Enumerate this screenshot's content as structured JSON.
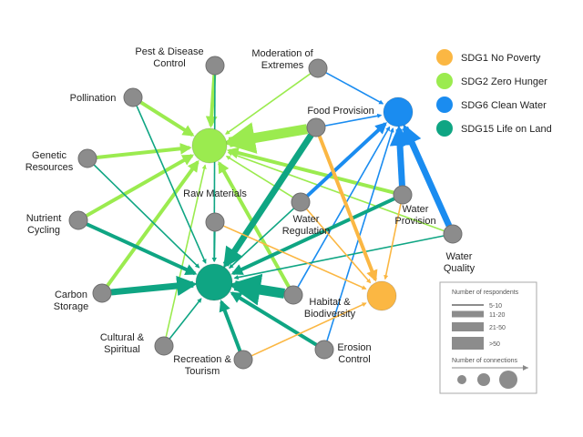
{
  "colors": {
    "sdg1": "#FBB743",
    "sdg2": "#9BEB4F",
    "sdg6": "#1A8CF0",
    "sdg15": "#0FA583",
    "service": "#8C8C8C"
  },
  "nodes": [
    {
      "id": "pest",
      "label_lines": [
        "Pest & Disease",
        "Control"
      ],
      "type": "service"
    },
    {
      "id": "moderation",
      "label_lines": [
        "Moderation of",
        "Extremes"
      ],
      "type": "service"
    },
    {
      "id": "pollination",
      "label_lines": [
        "Pollination"
      ],
      "type": "service"
    },
    {
      "id": "food",
      "label_lines": [
        "Food Provision"
      ],
      "type": "service"
    },
    {
      "id": "genetic",
      "label_lines": [
        "Genetic",
        "Resources"
      ],
      "type": "service"
    },
    {
      "id": "raw",
      "label_lines": [
        "Raw Materials"
      ],
      "type": "service"
    },
    {
      "id": "water_reg",
      "label_lines": [
        "Water",
        "Regulation"
      ],
      "type": "service"
    },
    {
      "id": "water_prov",
      "label_lines": [
        "Water",
        "Provision"
      ],
      "type": "service"
    },
    {
      "id": "nutrient",
      "label_lines": [
        "Nutrient",
        "Cycling"
      ],
      "type": "service"
    },
    {
      "id": "water_quality",
      "label_lines": [
        "Water",
        "Quality"
      ],
      "type": "service"
    },
    {
      "id": "carbon",
      "label_lines": [
        "Carbon",
        "Storage"
      ],
      "type": "service"
    },
    {
      "id": "habitat",
      "label_lines": [
        "Habitat &",
        "Biodiversity"
      ],
      "type": "service"
    },
    {
      "id": "cultural",
      "label_lines": [
        "Cultural &",
        "Spiritual"
      ],
      "type": "service"
    },
    {
      "id": "recreation",
      "label_lines": [
        "Recreation &",
        "Tourism"
      ],
      "type": "service"
    },
    {
      "id": "erosion",
      "label_lines": [
        "Erosion",
        "Control"
      ],
      "type": "service"
    },
    {
      "id": "sdg2",
      "label_lines": [],
      "type": "sdg2"
    },
    {
      "id": "sdg6",
      "label_lines": [],
      "type": "sdg6"
    },
    {
      "id": "sdg15",
      "label_lines": [],
      "type": "sdg15"
    },
    {
      "id": "sdg1",
      "label_lines": [],
      "type": "sdg1"
    }
  ],
  "edges": [
    {
      "from": "pest",
      "to": "sdg2",
      "sdg": "sdg2",
      "respondents": "11-20"
    },
    {
      "from": "pollination",
      "to": "sdg2",
      "sdg": "sdg2",
      "respondents": "11-20"
    },
    {
      "from": "genetic",
      "to": "sdg2",
      "sdg": "sdg2",
      "respondents": "11-20"
    },
    {
      "from": "nutrient",
      "to": "sdg2",
      "sdg": "sdg2",
      "respondents": "11-20"
    },
    {
      "from": "carbon",
      "to": "sdg2",
      "sdg": "sdg2",
      "respondents": "11-20"
    },
    {
      "from": "food",
      "to": "sdg2",
      "sdg": "sdg2",
      "respondents": ">50"
    },
    {
      "from": "moderation",
      "to": "sdg2",
      "sdg": "sdg2",
      "respondents": "5-10"
    },
    {
      "from": "water_prov",
      "to": "sdg2",
      "sdg": "sdg2",
      "respondents": "11-20"
    },
    {
      "from": "water_quality",
      "to": "sdg2",
      "sdg": "sdg2",
      "respondents": "5-10"
    },
    {
      "from": "water_reg",
      "to": "sdg2",
      "sdg": "sdg2",
      "respondents": "5-10"
    },
    {
      "from": "habitat",
      "to": "sdg2",
      "sdg": "sdg2",
      "respondents": "11-20"
    },
    {
      "from": "cultural",
      "to": "sdg2",
      "sdg": "sdg2",
      "respondents": "5-10"
    },
    {
      "from": "moderation",
      "to": "sdg6",
      "sdg": "sdg6",
      "respondents": "5-10"
    },
    {
      "from": "food",
      "to": "sdg6",
      "sdg": "sdg6",
      "respondents": "5-10"
    },
    {
      "from": "water_reg",
      "to": "sdg6",
      "sdg": "sdg6",
      "respondents": "11-20"
    },
    {
      "from": "water_prov",
      "to": "sdg6",
      "sdg": "sdg6",
      "respondents": "21-50"
    },
    {
      "from": "water_quality",
      "to": "sdg6",
      "sdg": "sdg6",
      "respondents": "21-50"
    },
    {
      "from": "habitat",
      "to": "sdg6",
      "sdg": "sdg6",
      "respondents": "5-10"
    },
    {
      "from": "erosion",
      "to": "sdg6",
      "sdg": "sdg6",
      "respondents": "5-10"
    },
    {
      "from": "pollination",
      "to": "sdg15",
      "sdg": "sdg15",
      "respondents": "5-10"
    },
    {
      "from": "genetic",
      "to": "sdg15",
      "sdg": "sdg15",
      "respondents": "5-10"
    },
    {
      "from": "nutrient",
      "to": "sdg15",
      "sdg": "sdg15",
      "respondents": "11-20"
    },
    {
      "from": "carbon",
      "to": "sdg15",
      "sdg": "sdg15",
      "respondents": "21-50"
    },
    {
      "from": "cultural",
      "to": "sdg15",
      "sdg": "sdg15",
      "respondents": "5-10"
    },
    {
      "from": "recreation",
      "to": "sdg15",
      "sdg": "sdg15",
      "respondents": "11-20"
    },
    {
      "from": "erosion",
      "to": "sdg15",
      "sdg": "sdg15",
      "respondents": "11-20"
    },
    {
      "from": "habitat",
      "to": "sdg15",
      "sdg": "sdg15",
      "respondents": ">50"
    },
    {
      "from": "food",
      "to": "sdg15",
      "sdg": "sdg15",
      "respondents": "21-50"
    },
    {
      "from": "water_prov",
      "to": "sdg15",
      "sdg": "sdg15",
      "respondents": "11-20"
    },
    {
      "from": "water_reg",
      "to": "sdg15",
      "sdg": "sdg15",
      "respondents": "5-10"
    },
    {
      "from": "water_quality",
      "to": "sdg15",
      "sdg": "sdg15",
      "respondents": "5-10"
    },
    {
      "from": "raw",
      "to": "sdg15",
      "sdg": "sdg15",
      "respondents": "5-10"
    },
    {
      "from": "pest",
      "to": "sdg15",
      "sdg": "sdg15",
      "respondents": "5-10"
    },
    {
      "from": "food",
      "to": "sdg1",
      "sdg": "sdg1",
      "respondents": "11-20"
    },
    {
      "from": "water_prov",
      "to": "sdg1",
      "sdg": "sdg1",
      "respondents": "5-10"
    },
    {
      "from": "raw",
      "to": "sdg1",
      "sdg": "sdg1",
      "respondents": "5-10"
    },
    {
      "from": "water_reg",
      "to": "sdg1",
      "sdg": "sdg1",
      "respondents": "5-10"
    },
    {
      "from": "recreation",
      "to": "sdg1",
      "sdg": "sdg1",
      "respondents": "5-10"
    }
  ],
  "legend": {
    "items": [
      {
        "label": "SDG1 No Poverty",
        "key": "sdg1"
      },
      {
        "label": "SDG2 Zero Hunger",
        "key": "sdg2"
      },
      {
        "label": "SDG6 Clean Water",
        "key": "sdg6"
      },
      {
        "label": "SDG15 Life on Land",
        "key": "sdg15"
      }
    ],
    "size_key": {
      "respondents_title": "Number of respondents",
      "respondent_levels": [
        "5-10",
        "11-20",
        "21-50",
        ">50"
      ],
      "connections_title": "Number of connections"
    }
  }
}
